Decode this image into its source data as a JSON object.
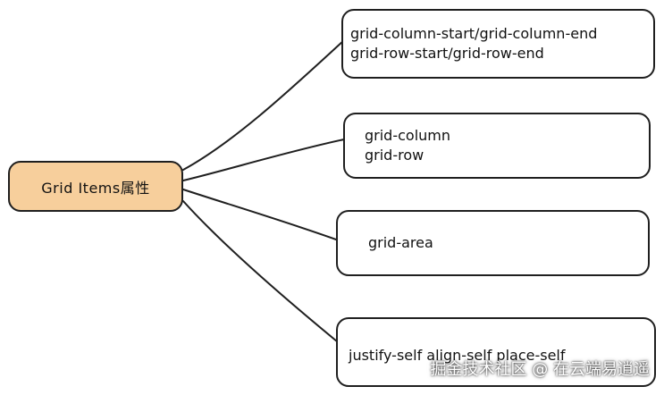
{
  "diagram": {
    "root": {
      "label": "Grid Items属性",
      "fill": "#f7cf9c"
    },
    "children": [
      {
        "lines": [
          "grid-column-start/grid-column-end",
          "grid-row-start/grid-row-end"
        ]
      },
      {
        "lines": [
          "grid-column",
          "grid-row"
        ]
      },
      {
        "lines": [
          "grid-area"
        ]
      },
      {
        "lines": [
          "justify-self  align-self  place-self"
        ]
      }
    ]
  },
  "watermark": {
    "text": "掘金技术社区 @ 在云端易逍遥"
  }
}
